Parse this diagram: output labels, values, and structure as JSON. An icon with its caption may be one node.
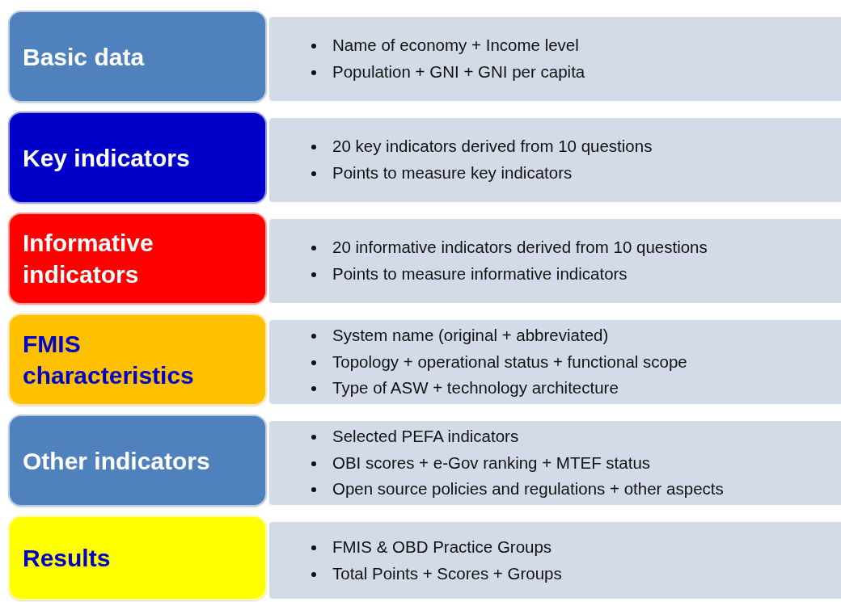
{
  "diagram": {
    "nodes": [
      {
        "text": [
          "Basic data"
        ]
      },
      {
        "text": [
          "Name of economy + Income level",
          "Population + GNI + GNI per capita"
        ]
      },
      {
        "text": [
          "Key indicators"
        ]
      },
      {
        "text": [
          "20 key indicators derived from 10 questions",
          "Points to measure key indicators"
        ]
      },
      {
        "text": [
          "Informative indicators"
        ]
      },
      {
        "text": [
          "20 informative indicators derived from 10 questions",
          "Points to measure informative indicators"
        ]
      },
      {
        "text": [
          "FMIS characteristics"
        ]
      },
      {
        "text": [
          "System name (original + abbreviated)",
          "Topology + operational status + functional scope",
          "Type of ASW + technology architecture"
        ]
      },
      {
        "text": [
          "Other indicators"
        ]
      },
      {
        "text": [
          "Selected PEFA indicators",
          "OBI scores + e-Gov ranking + MTEF status",
          "Open source policies and regulations + other aspects"
        ]
      },
      {
        "text": [
          "Results"
        ]
      },
      {
        "text": [
          "FMIS & OBD Practice Groups",
          "Total Points + Scores + Groups"
        ]
      }
    ]
  }
}
